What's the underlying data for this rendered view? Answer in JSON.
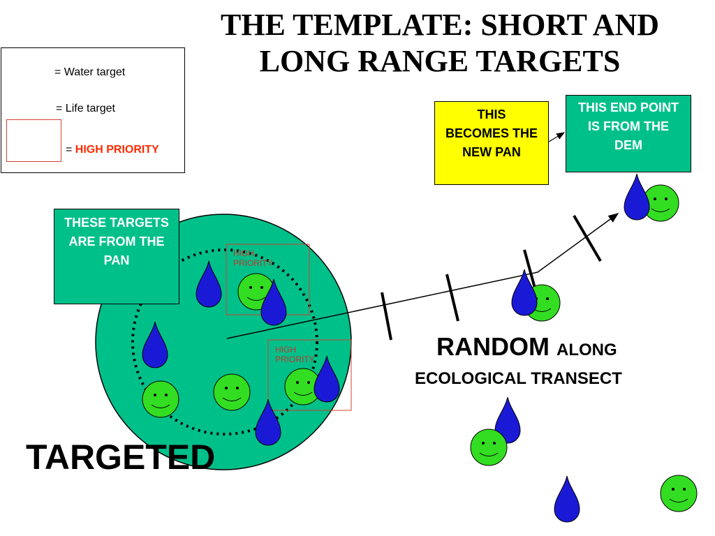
{
  "title": {
    "line1": "THE TEMPLATE: SHORT AND",
    "line2": "LONG RANGE TARGETS"
  },
  "legend": {
    "water": "= Water target",
    "life": "= Life target",
    "hp_prefix": "= ",
    "hp_label": "HIGH PRIORITY"
  },
  "boxes": {
    "pan_targets": "THESE TARGETS ARE FROM THE PAN",
    "new_pan": "THIS BECOMES THE NEW PAN",
    "end_point": "THIS END POINT  IS FROM THE DEM"
  },
  "labels": {
    "hp_inner_1": "HIGH PRIORITY",
    "hp_inner_2": "HIGH PRIORITY",
    "random": "RANDOM",
    "along": "ALONG",
    "transect": "ECOLOGICAL TRANSECT",
    "targeted": "TARGETED"
  },
  "colors": {
    "teal": "#00c08a",
    "water_blue": "#1a1ad6",
    "life_green": "#33dd22",
    "highlight_yellow": "#ffff00",
    "priority_red": "#ff2a00"
  }
}
